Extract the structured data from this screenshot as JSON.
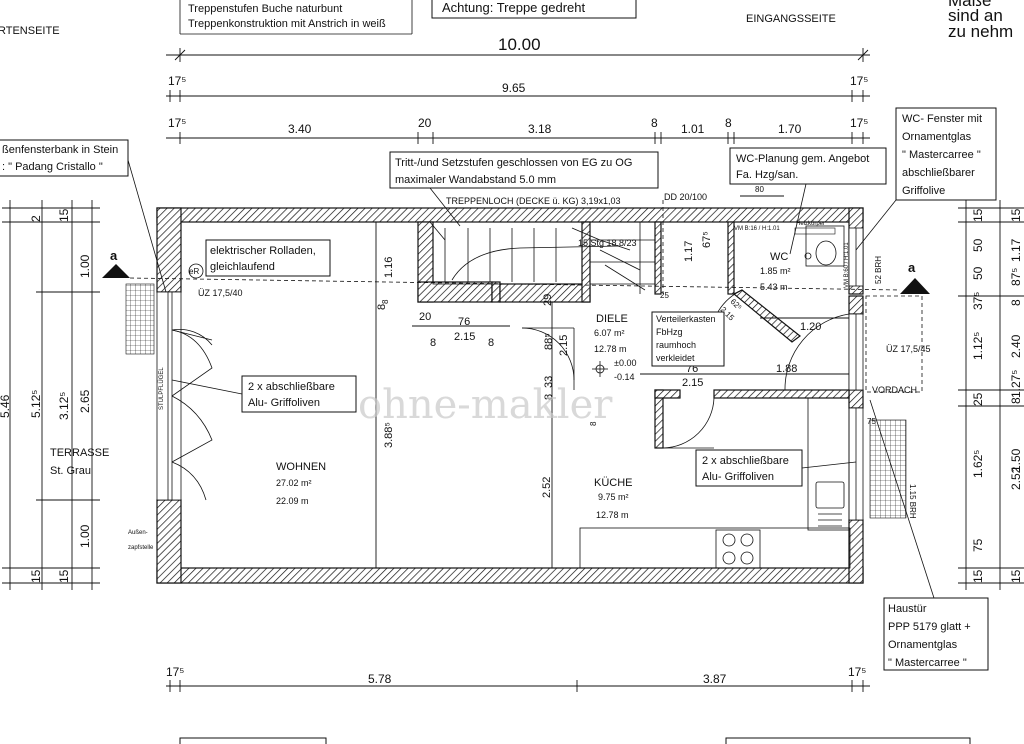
{
  "notes": {
    "top_left_1": "Treppenstufen Buche naturbunt",
    "top_left_2": "Treppenkonstruktion mit Anstrich in weiß",
    "top_center": "Achtung: Treppe gedreht",
    "top_right_1": "Maße",
    "top_right_2": "sind an",
    "top_right_3": "zu nehm",
    "garden_side": "RTENSEITE",
    "entrance_side": "EINGANGSSEITE"
  },
  "dims_top": {
    "total": "10.00",
    "inner": "9.65",
    "end_left": "17⁵",
    "end_right": "17⁵",
    "seg1": "3.40",
    "seg2": "20",
    "seg3": "3.18",
    "seg4": "8",
    "seg5": "1.01",
    "seg6": "8",
    "seg7": "1.70"
  },
  "dims_bottom": {
    "seg1": "5.78",
    "seg2": "3.87",
    "end_left": "17⁵",
    "end_right": "17⁵"
  },
  "dims_left": {
    "total": "5.46",
    "inner": "5.12⁵",
    "mid": "3.12⁵",
    "d2_65": "2.65",
    "top15": "15",
    "top2": "2",
    "d1_00a": "1.00",
    "d1_00b": "1.00",
    "bot15a": "15",
    "bot15b": "15"
  },
  "dims_right": {
    "a15": "15",
    "b50": "50",
    "c1_17": "1.17",
    "d87": "87⁵",
    "e50": "50",
    "f37": "37⁵",
    "g8a": "8",
    "h1_12": "1.12⁵",
    "i2_40": "2.40",
    "j1_27": "1.27⁵",
    "k25": "25",
    "l8b": "8",
    "m1_62": "1.62⁵",
    "n1_50": "1.50",
    "o2_52": "2.52",
    "p75": "75",
    "q15a": "15",
    "r15b": "15"
  },
  "callouts": {
    "window_sill_1": "ßenfensterbank in Stein",
    "window_sill_2": ": \" Padang Cristallo \"",
    "stairs_1": "Tritt-/und Setzstufen geschlossen von EG zu OG",
    "stairs_2": "maximaler Wandabstand 5.0 mm",
    "wc_plan_1": "WC-Planung gem. Angebot",
    "wc_plan_2": "Fa. Hzg/san.",
    "wc_window_1": "WC- Fenster mit",
    "wc_window_2": "Ornamentglas",
    "wc_window_3": "\" Mastercarree \"",
    "wc_window_4": "abschließbarer",
    "wc_window_5": "Griffolive",
    "rolladen_1": "elektrischer Rolladen,",
    "rolladen_2": "gleichlaufend",
    "griff_left_1": "2 x abschließbare",
    "griff_left_2": "Alu- Griffoliven",
    "griff_right_1": "2 x abschließbare",
    "griff_right_2": "Alu- Griffoliven",
    "verteiler_1": "Verteilerkasten",
    "verteiler_2": "FbHzg",
    "verteiler_3": "raumhoch",
    "verteiler_4": "verkleidet",
    "haustuer_1": "Haustür",
    "haustuer_2": "PPP 5179 glatt +",
    "haustuer_3": "Ornamentglas",
    "haustuer_4": "\" Mastercarree \""
  },
  "rooms": {
    "wohnen_name": "WOHNEN",
    "wohnen_area": "27.02 m²",
    "wohnen_perim": "22.09 m",
    "diele_name": "DIELE",
    "diele_area": "6.07 m²",
    "diele_perim": "12.78 m",
    "diele_lvl1": "±0.00",
    "diele_lvl2": "-0.14",
    "kueche_name": "KÜCHE",
    "kueche_area": "9.75 m²",
    "kueche_perim": "12.78 m",
    "wc_name": "WC",
    "wc_area": "1.85 m²",
    "wc_perim": "5.43 m",
    "terrasse_name": "TERRASSE",
    "terrasse_mat": "St. Grau"
  },
  "labels": {
    "treppenloch": "TREPPENLOCH (DECKE ü. KG)  3,19x1,03",
    "dd": "DD 20/100",
    "stg": "15 Stg 18.8/23",
    "uz_left": "ÜZ 17,5/40",
    "uz_right": "ÜZ 17,5/45",
    "vordach": "VORDACH",
    "section_a": "a",
    "stulpfluegel": "STULPFLÜGEL",
    "aussen": "Außen-",
    "zapfstelle": "zapfstelle",
    "heizkoerper": "Heizkörper",
    "vm1": "VM B:16 / H:1.01",
    "vm2": "VM B:60 / H:1.01",
    "eR": "eR",
    "brh1": "1.15 BRH",
    "brh2": "52 BRH",
    "n80": "80",
    "n75": "75",
    "n2_15": "2.15",
    "n1_20": "1.20",
    "n1_88": "1.88",
    "n1_16": "1.16",
    "n3_88": "3.88⁵",
    "n2_52": "2.52",
    "n20": "20",
    "n76a": "76",
    "n76b": "76",
    "n2_15b": "2.15",
    "n29": "29",
    "n88": "88⁵",
    "n2_15c": "2.15",
    "n33": "33",
    "n8a": "8",
    "n8b": "8",
    "n8c": "8",
    "n1_17": "1.17",
    "n67": "67⁵",
    "n25": "25",
    "n62": "62⁵",
    "n2_15d": "2.15",
    "n8d": "8",
    "n8e": "8",
    "n8f": "8"
  },
  "watermark": "ohne-makler"
}
